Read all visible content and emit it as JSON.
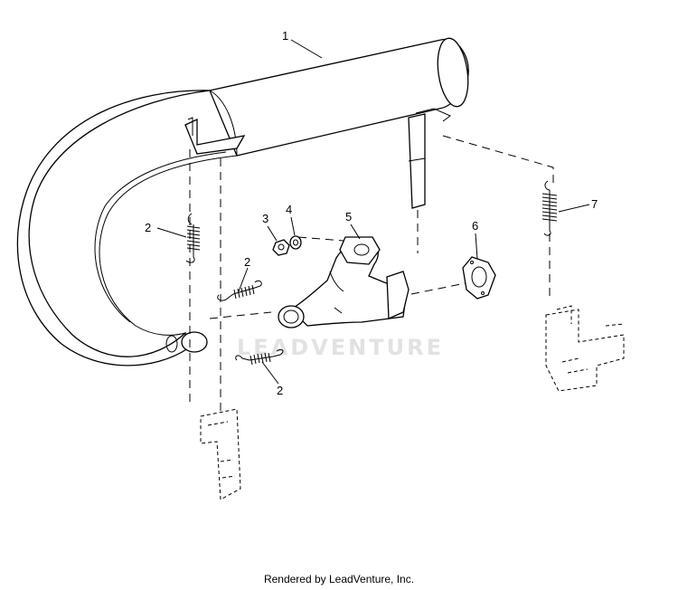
{
  "diagram": {
    "callouts": [
      {
        "id": "1",
        "label": "1"
      },
      {
        "id": "2a",
        "label": "2"
      },
      {
        "id": "2b",
        "label": "2"
      },
      {
        "id": "2c",
        "label": "2"
      },
      {
        "id": "3",
        "label": "3"
      },
      {
        "id": "4",
        "label": "4"
      },
      {
        "id": "5",
        "label": "5"
      },
      {
        "id": "6",
        "label": "6"
      },
      {
        "id": "7",
        "label": "7"
      }
    ],
    "watermark": "LEADVENTURE"
  },
  "footer": {
    "text": "Rendered by LeadVenture, Inc."
  }
}
